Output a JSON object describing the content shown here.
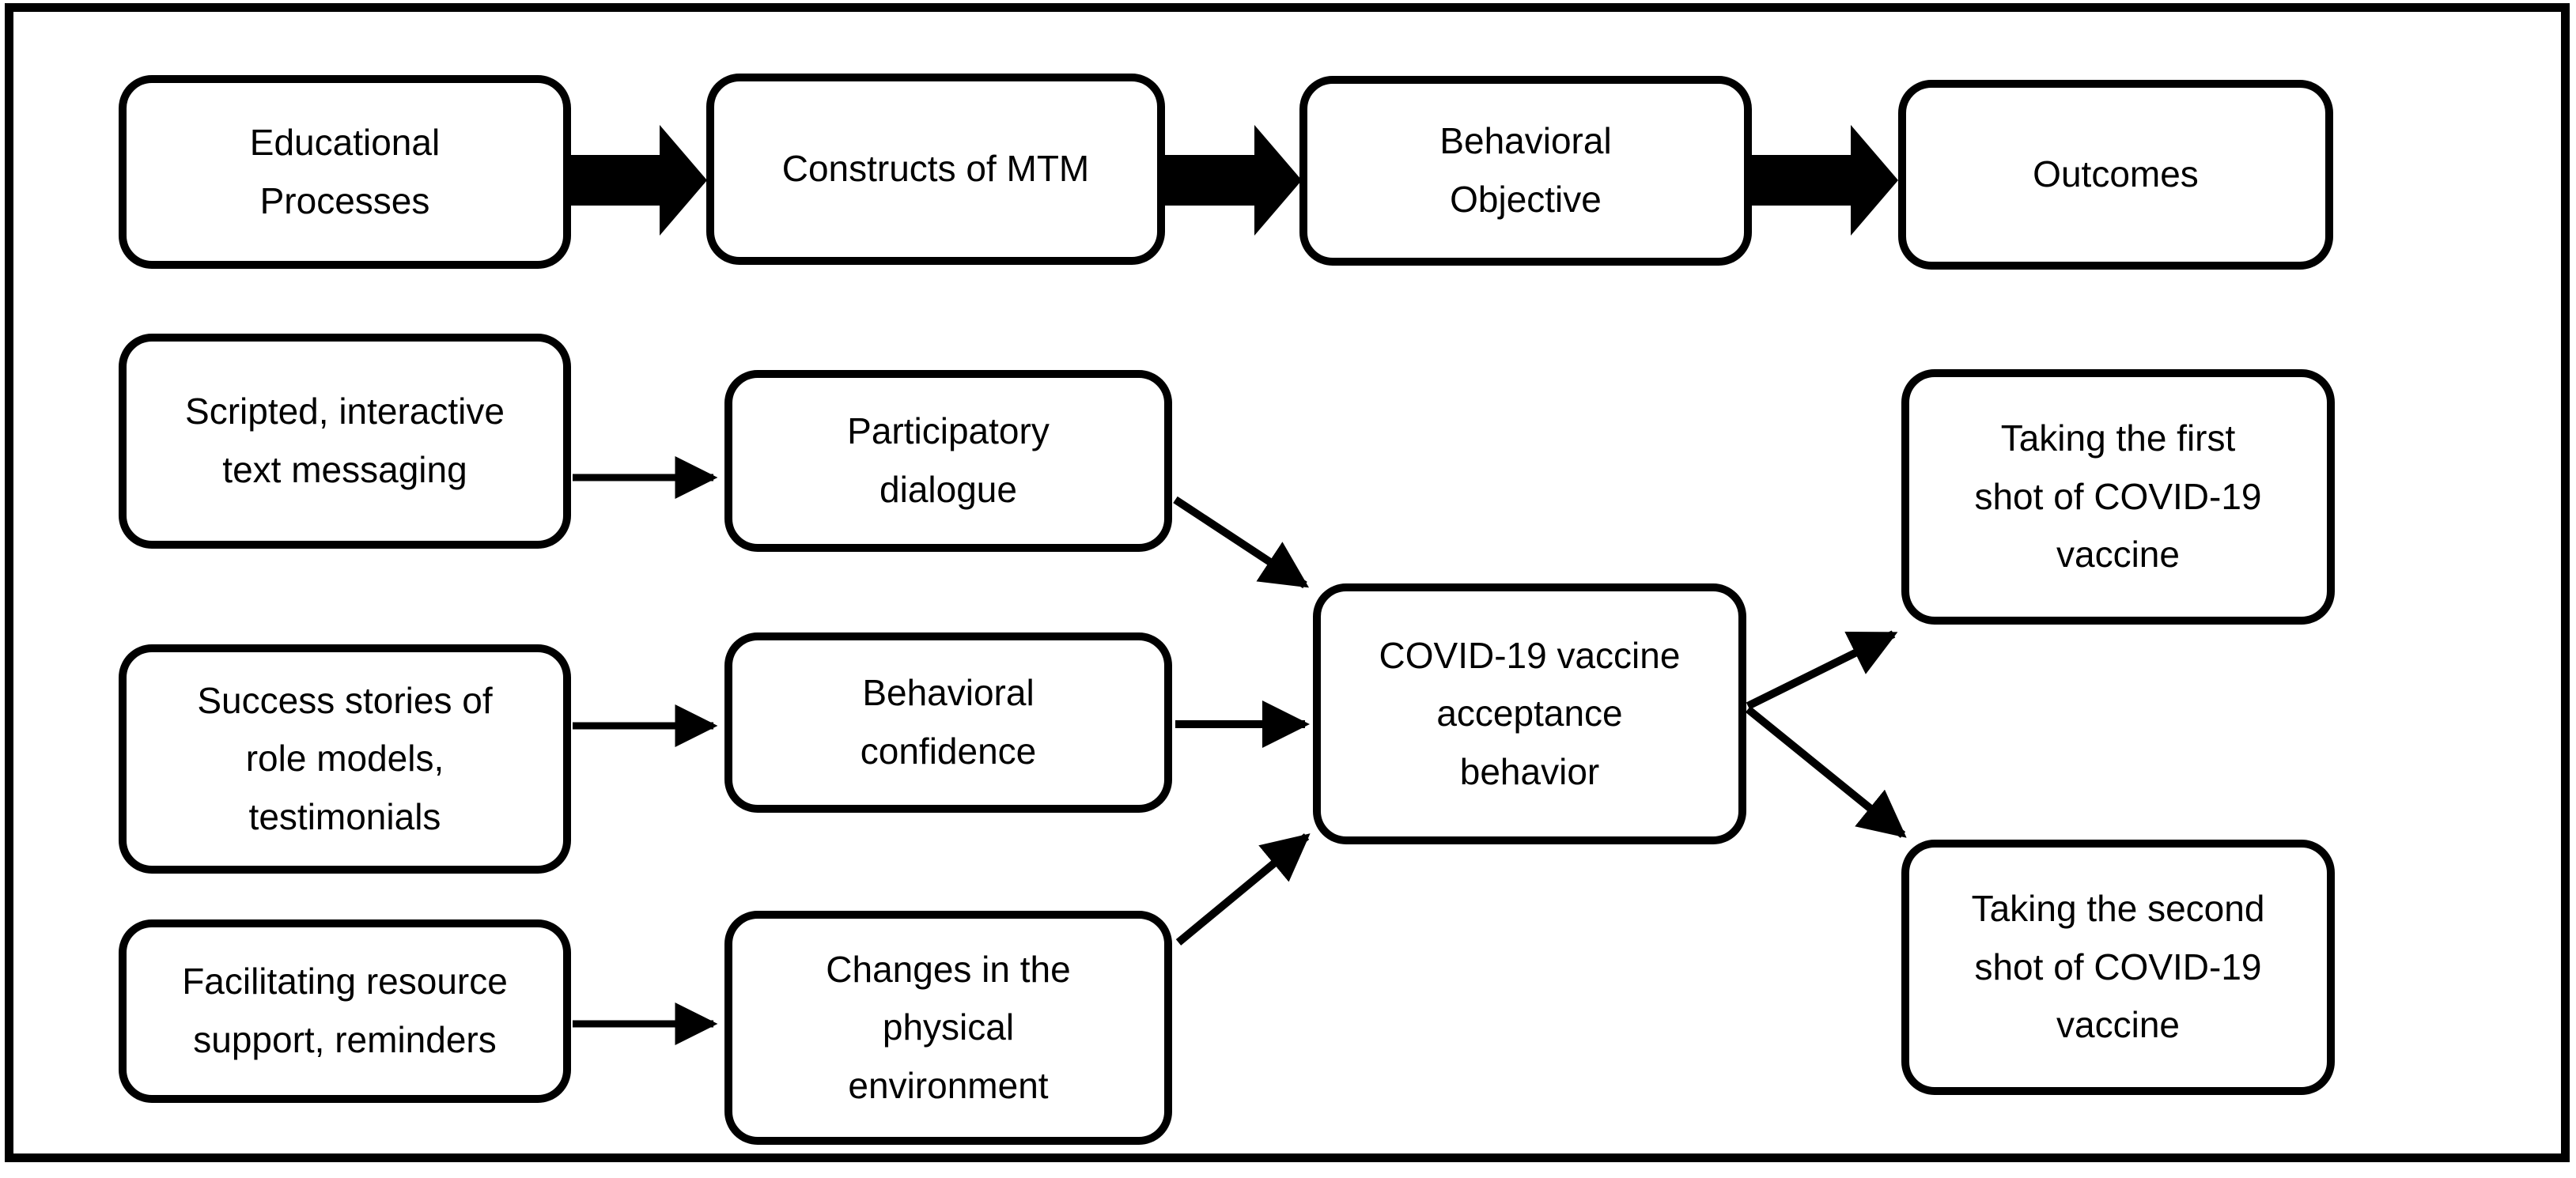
{
  "colors": {
    "ink": "#000000",
    "paper": "#ffffff"
  },
  "nodes": {
    "educational_processes": "Educational\nProcesses",
    "constructs_of_mtm": "Constructs of MTM",
    "behavioral_objective": "Behavioral\nObjective",
    "outcomes": "Outcomes",
    "scripted_text_messaging": "Scripted, interactive\ntext messaging",
    "success_stories": "Success stories of\nrole models,\ntestimonials",
    "facilitating_support": "Facilitating resource\nsupport, reminders",
    "participatory_dialogue": "Participatory\ndialogue",
    "behavioral_confidence": "Behavioral\nconfidence",
    "changes_physical_environment": "Changes in the\nphysical\nenvironment",
    "vaccine_acceptance_behavior": "COVID-19 vaccine\nacceptance\nbehavior",
    "first_shot": "Taking the first\nshot of COVID-19\nvaccine",
    "second_shot": "Taking the second\nshot of COVID-19\nvaccine"
  },
  "edges": [
    {
      "from": "educational_processes",
      "to": "constructs_of_mtm",
      "style": "block"
    },
    {
      "from": "constructs_of_mtm",
      "to": "behavioral_objective",
      "style": "block"
    },
    {
      "from": "behavioral_objective",
      "to": "outcomes",
      "style": "block"
    },
    {
      "from": "scripted_text_messaging",
      "to": "participatory_dialogue",
      "style": "line"
    },
    {
      "from": "success_stories",
      "to": "behavioral_confidence",
      "style": "line"
    },
    {
      "from": "facilitating_support",
      "to": "changes_physical_environment",
      "style": "line"
    },
    {
      "from": "participatory_dialogue",
      "to": "vaccine_acceptance_behavior",
      "style": "line"
    },
    {
      "from": "behavioral_confidence",
      "to": "vaccine_acceptance_behavior",
      "style": "line"
    },
    {
      "from": "changes_physical_environment",
      "to": "vaccine_acceptance_behavior",
      "style": "line"
    },
    {
      "from": "vaccine_acceptance_behavior",
      "to": "first_shot",
      "style": "line"
    },
    {
      "from": "vaccine_acceptance_behavior",
      "to": "second_shot",
      "style": "line"
    }
  ]
}
